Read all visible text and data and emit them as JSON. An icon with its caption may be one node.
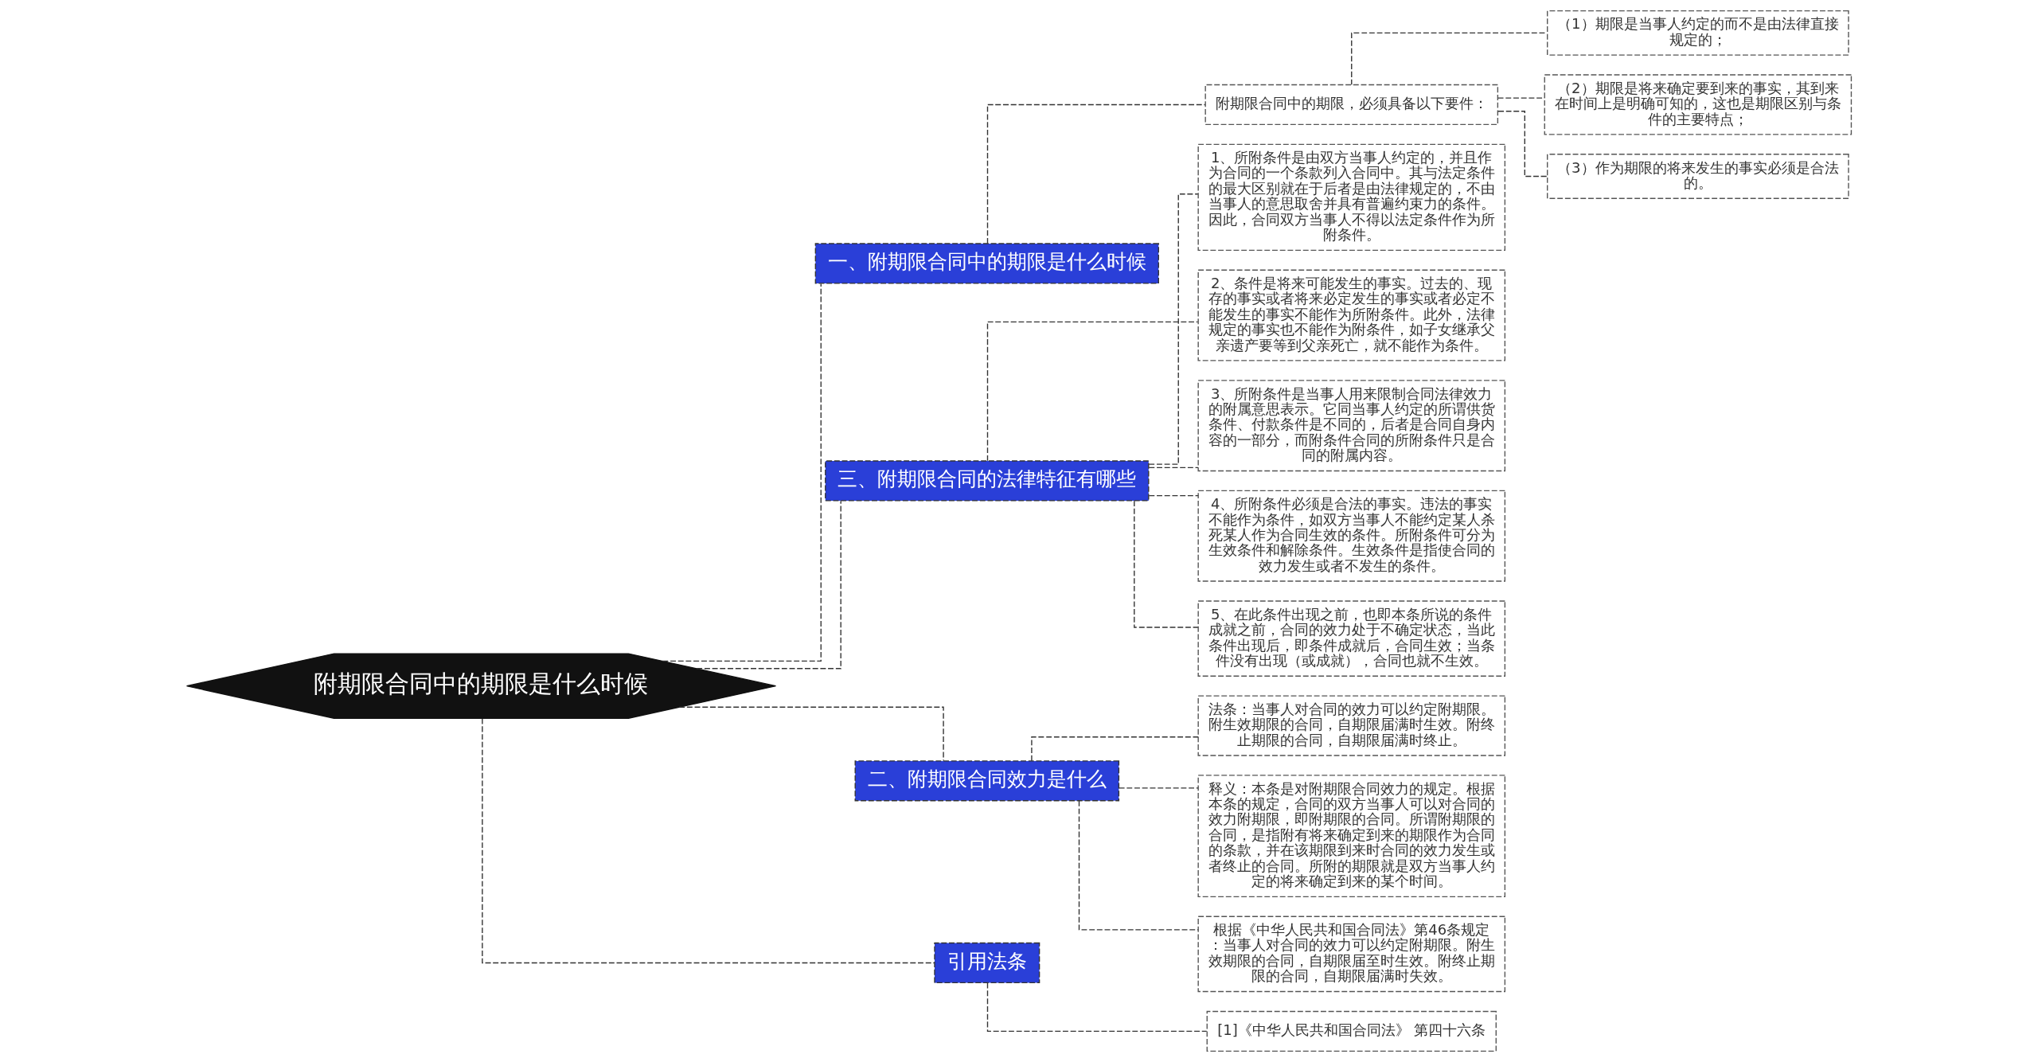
{
  "diagram": {
    "nodes": [
      {
        "text": [
          "附期限合同中的期限是什么时候"
        ]
      },
      {
        "text": [
          "一、附期限合同中的期限是什么时候"
        ]
      },
      {
        "text": [
          "附期限合同中的期限，必须具备以下要件："
        ]
      },
      {
        "text": [
          "（1）期限是当事人约定的而不是由法律直接规定的；"
        ]
      },
      {
        "text": [
          "（2）期限是将来确定要到来的事实，其到来在时间上是明确可知的，这也是期限区别与条件的主要特点；"
        ]
      },
      {
        "text": [
          "（3）作为期限的将来发生的事实必须是合法的。"
        ]
      },
      {
        "text": [
          "三、附期限合同的法律特征有哪些"
        ]
      },
      {
        "text": [
          "1、所附条件是由双方当事人约定的，并且作为合同的一个条款列入合同中。其与法定条件的最大区别就在于后者是由法律规定的，不由当事人的意思取舍并具有普遍约束力的条件。因此，合同双方当事人不得以法定条件作为所附条件。"
        ]
      },
      {
        "text": [
          "2、条件是将来可能发生的事实。过去的、现存的事实或者将来必定发生的事实或者必定不能发生的事实不能作为所附条件。此外，法律规定的事实也不能作为附条件，如子女继承父亲遗产要等到父亲死亡，就不能作为条件。"
        ]
      },
      {
        "text": [
          "3、所附条件是当事人用来限制合同法律效力的附属意思表示。它同当事人约定的所谓供货条件、付款条件是不同的，后者是合同自身内容的一部分，而附条件合同的所附条件只是合同的附属内容。"
        ]
      },
      {
        "text": [
          "4、所附条件必须是合法的事实。违法的事实不能作为条件，如双方当事人不能约定某人杀死某人作为合同生效的条件。所附条件可分为生效条件和解除条件。生效条件是指使合同的效力发生或者不发生的条件。"
        ]
      },
      {
        "text": [
          "5、在此条件出现之前，也即本条所说的条件成就之前，合同的效力处于不确定状态，当此条件出现后，即条件成就后，合同生效；当条件没有出现（或成就），合同也就不生效。"
        ]
      },
      {
        "text": [
          "二、附期限合同效力是什么"
        ]
      },
      {
        "text": [
          "法条：当事人对合同的效力可以约定附期限。附生效期限的合同，自期限届满时生效。附终止期限的合同，自期限届满时终止。"
        ]
      },
      {
        "text": [
          "释义：本条是对附期限合同效力的规定。根据本条的规定，合同的双方当事人可以对合同的效力附期限，即附期限的合同。所谓附期限的合同，是指附有将来确定到来的期限作为合同的条款，并在该期限到来时合同的效力发生或者终止的合同。所附的期限就是双方当事人约定的将来确定到来的某个时间。"
        ]
      },
      {
        "text": [
          "根据《中华人民共和国合同法》第46条规定：当事人对合同的效力可以约定附期限。附生效期限的合同，自期限届至时生效。附终止期限的合同，自期限届满时失效。"
        ]
      },
      {
        "text": [
          "引用法条"
        ]
      },
      {
        "text": [
          "[1]《中华人民共和国合同法》 第四十六条"
        ]
      }
    ],
    "edges": [
      {
        "from": 0,
        "to": 1,
        "arrow": "none"
      },
      {
        "from": 1,
        "to": 2,
        "arrow": "none"
      },
      {
        "from": 2,
        "to": 3,
        "arrow": "none"
      },
      {
        "from": 2,
        "to": 4,
        "arrow": "none"
      },
      {
        "from": 2,
        "to": 5,
        "arrow": "none"
      },
      {
        "from": 0,
        "to": 6,
        "arrow": "none"
      },
      {
        "from": 6,
        "to": 7,
        "arrow": "none"
      },
      {
        "from": 6,
        "to": 8,
        "arrow": "none"
      },
      {
        "from": 6,
        "to": 9,
        "arrow": "none"
      },
      {
        "from": 6,
        "to": 10,
        "arrow": "none"
      },
      {
        "from": 6,
        "to": 11,
        "arrow": "none"
      },
      {
        "from": 0,
        "to": 12,
        "arrow": "none"
      },
      {
        "from": 12,
        "to": 13,
        "arrow": "none"
      },
      {
        "from": 12,
        "to": 14,
        "arrow": "none"
      },
      {
        "from": 12,
        "to": 15,
        "arrow": "none"
      },
      {
        "from": 0,
        "to": 16,
        "arrow": "none"
      },
      {
        "from": 16,
        "to": 17,
        "arrow": "none"
      }
    ]
  }
}
